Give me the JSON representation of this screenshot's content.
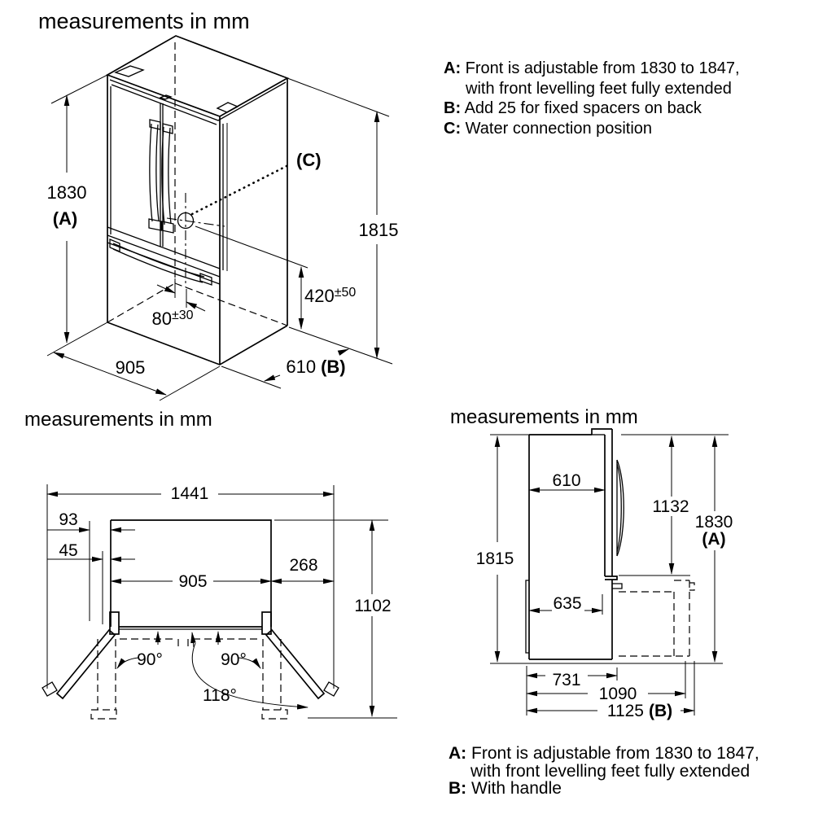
{
  "style": {
    "background": "#ffffff",
    "line_color": "#000000",
    "text_color": "#000000"
  },
  "titles": {
    "iso": "measurements in mm",
    "top": "measurements in mm",
    "side": "measurements in mm"
  },
  "legend_top": {
    "a_key": "A:",
    "a_line1": "Front is adjustable from 1830 to 1847,",
    "a_line2": "with front levelling feet fully extended",
    "b_key": "B:",
    "b_text": "Add 25 for fixed spacers on back",
    "c_key": "C:",
    "c_text": "Water connection position"
  },
  "legend_side": {
    "a_key": "A:",
    "a_line1": "Front is adjustable from 1830 to 1847,",
    "a_line2": "with front levelling feet fully extended",
    "b_key": "B:",
    "b_text": "With handle"
  },
  "iso": {
    "height_front": "1830",
    "height_front_ref": "(A)",
    "height_back": "1815",
    "conn_height": "420",
    "conn_height_tol": "±50",
    "conn_offset": "80",
    "conn_offset_tol": "±30",
    "width": "905",
    "depth": "610",
    "depth_ref": "(B)",
    "conn_ref": "(C)"
  },
  "top": {
    "overall_width": "1441",
    "door_proj_1": "93",
    "door_proj_2": "45",
    "body_width": "905",
    "right_clear": "268",
    "overall_depth": "1102",
    "angle_left": "90°",
    "angle_right": "90°",
    "angle_full": "118°"
  },
  "side": {
    "body_depth": "610",
    "upper_height": "1132",
    "height": "1815",
    "total_height": "1830",
    "total_height_ref": "(A)",
    "drawer_depth": "635",
    "depth_1": "731",
    "depth_2": "1090",
    "depth_3": "1125",
    "depth_3_ref": "(B)"
  }
}
